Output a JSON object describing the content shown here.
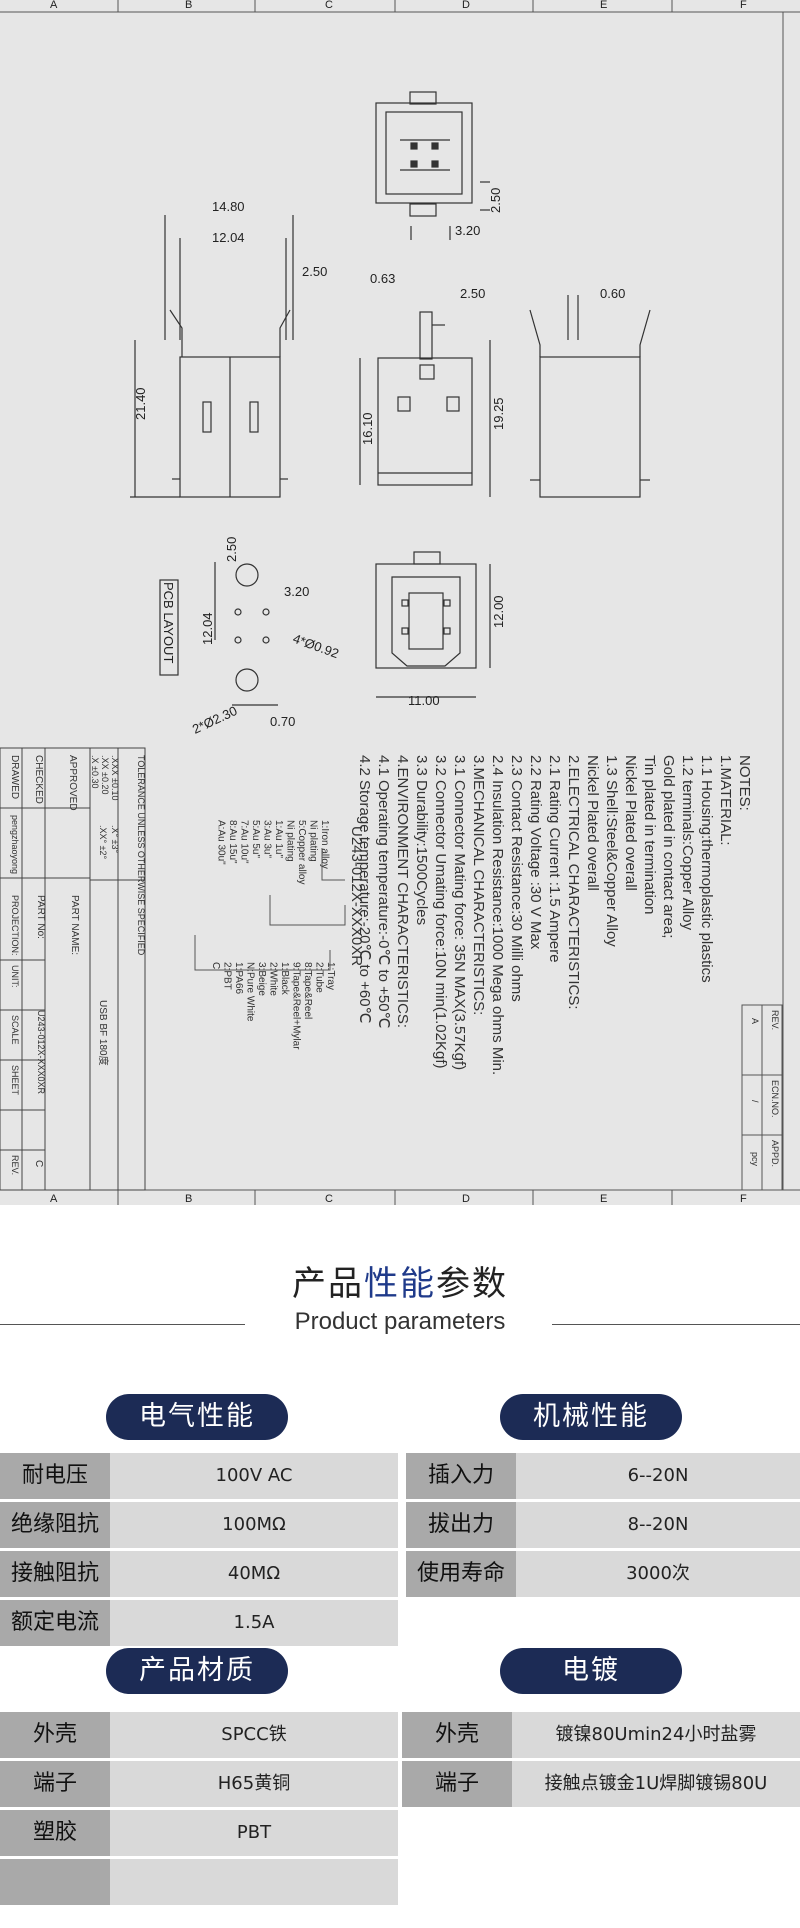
{
  "drawing": {
    "column_labels": [
      "A",
      "B",
      "C",
      "D",
      "E",
      "F"
    ],
    "dims": {
      "top_h": "2.50",
      "top_w": "3.20",
      "w1": "14.80",
      "w2": "12.04",
      "w3": "2.50",
      "h1": "21.40",
      "side_a": "0.63",
      "side_b": "2.50",
      "side_h1": "16.10",
      "side_h2": "19.25",
      "right_w": "0.60",
      "pcb_a": "2.50",
      "pcb_b": "3.20",
      "pcb_c": "12.04",
      "pcb_d": "4*Ø0.92",
      "pcb_e": "2*Ø2.30",
      "pcb_f": "0.70",
      "front_h": "12.00",
      "front_w": "11.00"
    },
    "pcb_layout_label": "PCB LAYOUT",
    "notes": [
      "NOTES:",
      "1.MATERIAL:",
      "  1.1 Housing:thermoplastic plastics",
      "  1.2 terminals:Copper Alloy",
      "       Gold plated in contact area;",
      "       Tin plated in termination",
      "       Nickel Plated overall",
      "  1.3 Shell:Steel&Copper Alloy",
      "       Nickel Plated overall",
      "2.ELECTRICAL CHARACTERISTICS:",
      "  2.1 Rating Current :1.5 Ampere",
      "  2.2 Rating Voltage :30 V Max",
      "  2.3 Contact Resistance:30 Milli ohms",
      "  2.4 Insulation Resistance:1000 Mega ohms Min.",
      "3.MECHANICAL CHARACTERISTICS:",
      "  3.1 Connector Mating force: 35N MAX(3.57Kgf)",
      "  3.2 Connector Umating force:10N min(1.02Kgf)",
      "  3.3 Durability:1500Cycles",
      "4.ENVIRONMENT CHARACTERISTICS:",
      "  4.1 Operating temperature:-0℃ to +50℃",
      "  4.2 Storage temperature:-20℃ to +60℃"
    ],
    "part_code": "U243-012X-XXX0XR",
    "code_options_a": [
      "1:Iron alloy",
      "  Ni plating",
      "5:Copper alloy",
      "  Ni plating",
      "1:Au 1u\"",
      "3:Au 3u\"",
      "5:Au 5u\"",
      "7:Au 10u\"",
      "8:Au 15u\"",
      "A:Au 30u\""
    ],
    "code_options_b": [
      "1:Tray",
      "2:Tube",
      "8:Tape&Reel",
      "9:Tape&Reel+Mylar",
      "1:Black",
      "2:White",
      "3:Beige",
      "N:Pure White",
      "1:PA66",
      "2:PBT",
      "C"
    ],
    "rev_table": {
      "rev": "REV.",
      "ecn": "ECN.NO.",
      "appd": "APPD.",
      "rev_val": "A",
      "ecn_val": "/",
      "appd_val": "pcy"
    },
    "title_block": {
      "tolerance_title": "TOLERANCE UNLESS OTHERWISE SPECIFIED",
      "tol1": ".XXX ±0.10",
      "tol2": ".XX ±0.20",
      "tol3": ".X ±0.30",
      "tol4": ".X° ±3°",
      "tol5": ".XX° ±2°",
      "approved": "APPROVED",
      "checked": "CHECKED",
      "drawed": "DRAWED",
      "drawer": "pengzhaoyong",
      "part_name_lbl": "PART NAME:",
      "part_name": "USB BF 180度",
      "part_no_lbl": "PART No:",
      "part_no": "U243-012X-XXX0XR",
      "projection": "PROJECTION:",
      "unit": "UNIT:",
      "scale": "SCALE",
      "sheet": "SHEET",
      "rev": "REV.",
      "rev_val": "C"
    }
  },
  "params": {
    "title_pre": "产品",
    "title_accent": "性能",
    "title_post": "参数",
    "subtitle": "Product parameters",
    "electrical": {
      "label": "电气性能",
      "rows": [
        {
          "k": "耐电压",
          "v": "100V  AC"
        },
        {
          "k": "绝缘阻抗",
          "v": "100MΩ"
        },
        {
          "k": "接触阻抗",
          "v": "40MΩ"
        },
        {
          "k": "额定电流",
          "v": "1.5A"
        }
      ]
    },
    "mechanical": {
      "label": "机械性能",
      "rows": [
        {
          "k": "插入力",
          "v": "6--20N"
        },
        {
          "k": "拔出力",
          "v": "8--20N"
        },
        {
          "k": "使用寿命",
          "v": "3000次"
        }
      ]
    },
    "material": {
      "label": "产品材质",
      "rows": [
        {
          "k": "外壳",
          "v": "SPCC铁"
        },
        {
          "k": "端子",
          "v": "H65黄铜"
        },
        {
          "k": "塑胶",
          "v": "PBT"
        },
        {
          "k": "",
          "v": ""
        }
      ]
    },
    "plating": {
      "label": "电镀",
      "rows": [
        {
          "k": "外壳",
          "v": "镀镍80Umin24小时盐雾"
        },
        {
          "k": "端子",
          "v": "接触点镀金1U焊脚镀锡80U"
        }
      ]
    }
  }
}
